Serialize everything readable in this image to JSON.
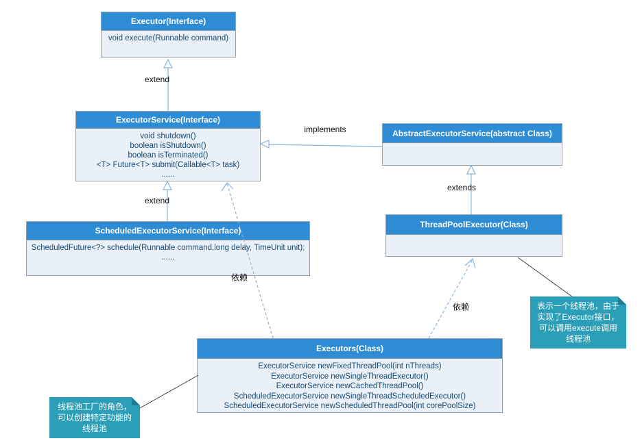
{
  "diagram": {
    "classes": [
      {
        "id": "executor",
        "title": "Executor(Interface)",
        "methods": [
          "void execute(Runnable command)"
        ]
      },
      {
        "id": "executorservice",
        "title": "ExecutorService(Interface)",
        "methods": [
          "void shutdown()",
          "boolean isShutdown()",
          "boolean isTerminated()",
          "<T> Future<T> submit(Callable<T> task)",
          "......"
        ]
      },
      {
        "id": "abstract-executor-service",
        "title": "AbstractExecutorService(abstract Class)",
        "methods": []
      },
      {
        "id": "scheduled-executor-service",
        "title": "ScheduledExecutorService(Interface)",
        "methods": [
          "ScheduledFuture<?> schedule(Runnable command,long delay, TimeUnit unit);",
          "......"
        ]
      },
      {
        "id": "thread-pool-executor",
        "title": "ThreadPoolExecutor(Class)",
        "methods": []
      },
      {
        "id": "executors",
        "title": "Executors(Class)",
        "methods": [
          "ExecutorService newFixedThreadPool(int nThreads)",
          "ExecutorService newSingleThreadExecutor()",
          "ExecutorService newCachedThreadPool()",
          "ScheduledExecutorService newSingleThreadScheduledExecutor()",
          "ScheduledExecutorService newScheduledThreadPool(int corePoolSize)"
        ]
      }
    ],
    "edges": [
      {
        "id": "executorservice-extend-executor",
        "label": "extend",
        "type": "generalization"
      },
      {
        "id": "abstract-implements-executorservice",
        "label": "implements",
        "type": "realization"
      },
      {
        "id": "scheduled-extend-executorservice",
        "label": "extend",
        "type": "generalization"
      },
      {
        "id": "threadpool-extends-abstract",
        "label": "extends",
        "type": "generalization"
      },
      {
        "id": "executors-depends-executorservice",
        "label": "依赖",
        "type": "dependency"
      },
      {
        "id": "executors-depends-threadpool",
        "label": "依赖",
        "type": "dependency"
      }
    ],
    "notes": [
      {
        "id": "note-threadpool",
        "text": "表示一个线程池，由于实现了Executor接口，可以调用execute调用线程池"
      },
      {
        "id": "note-executors",
        "text": "线程池工厂的角色，可以创建特定功能的线程池"
      }
    ],
    "colors": {
      "header_bg": "#2E8CD5",
      "body_bg": "#EAF0F8",
      "box_border": "#98A2AC",
      "method_text": "#174A75",
      "connector_blue": "#85B4DC",
      "note_bg": "#2C9FB8",
      "note_fold": "#1D7E95",
      "note_connector": "#3a3a3a"
    }
  }
}
